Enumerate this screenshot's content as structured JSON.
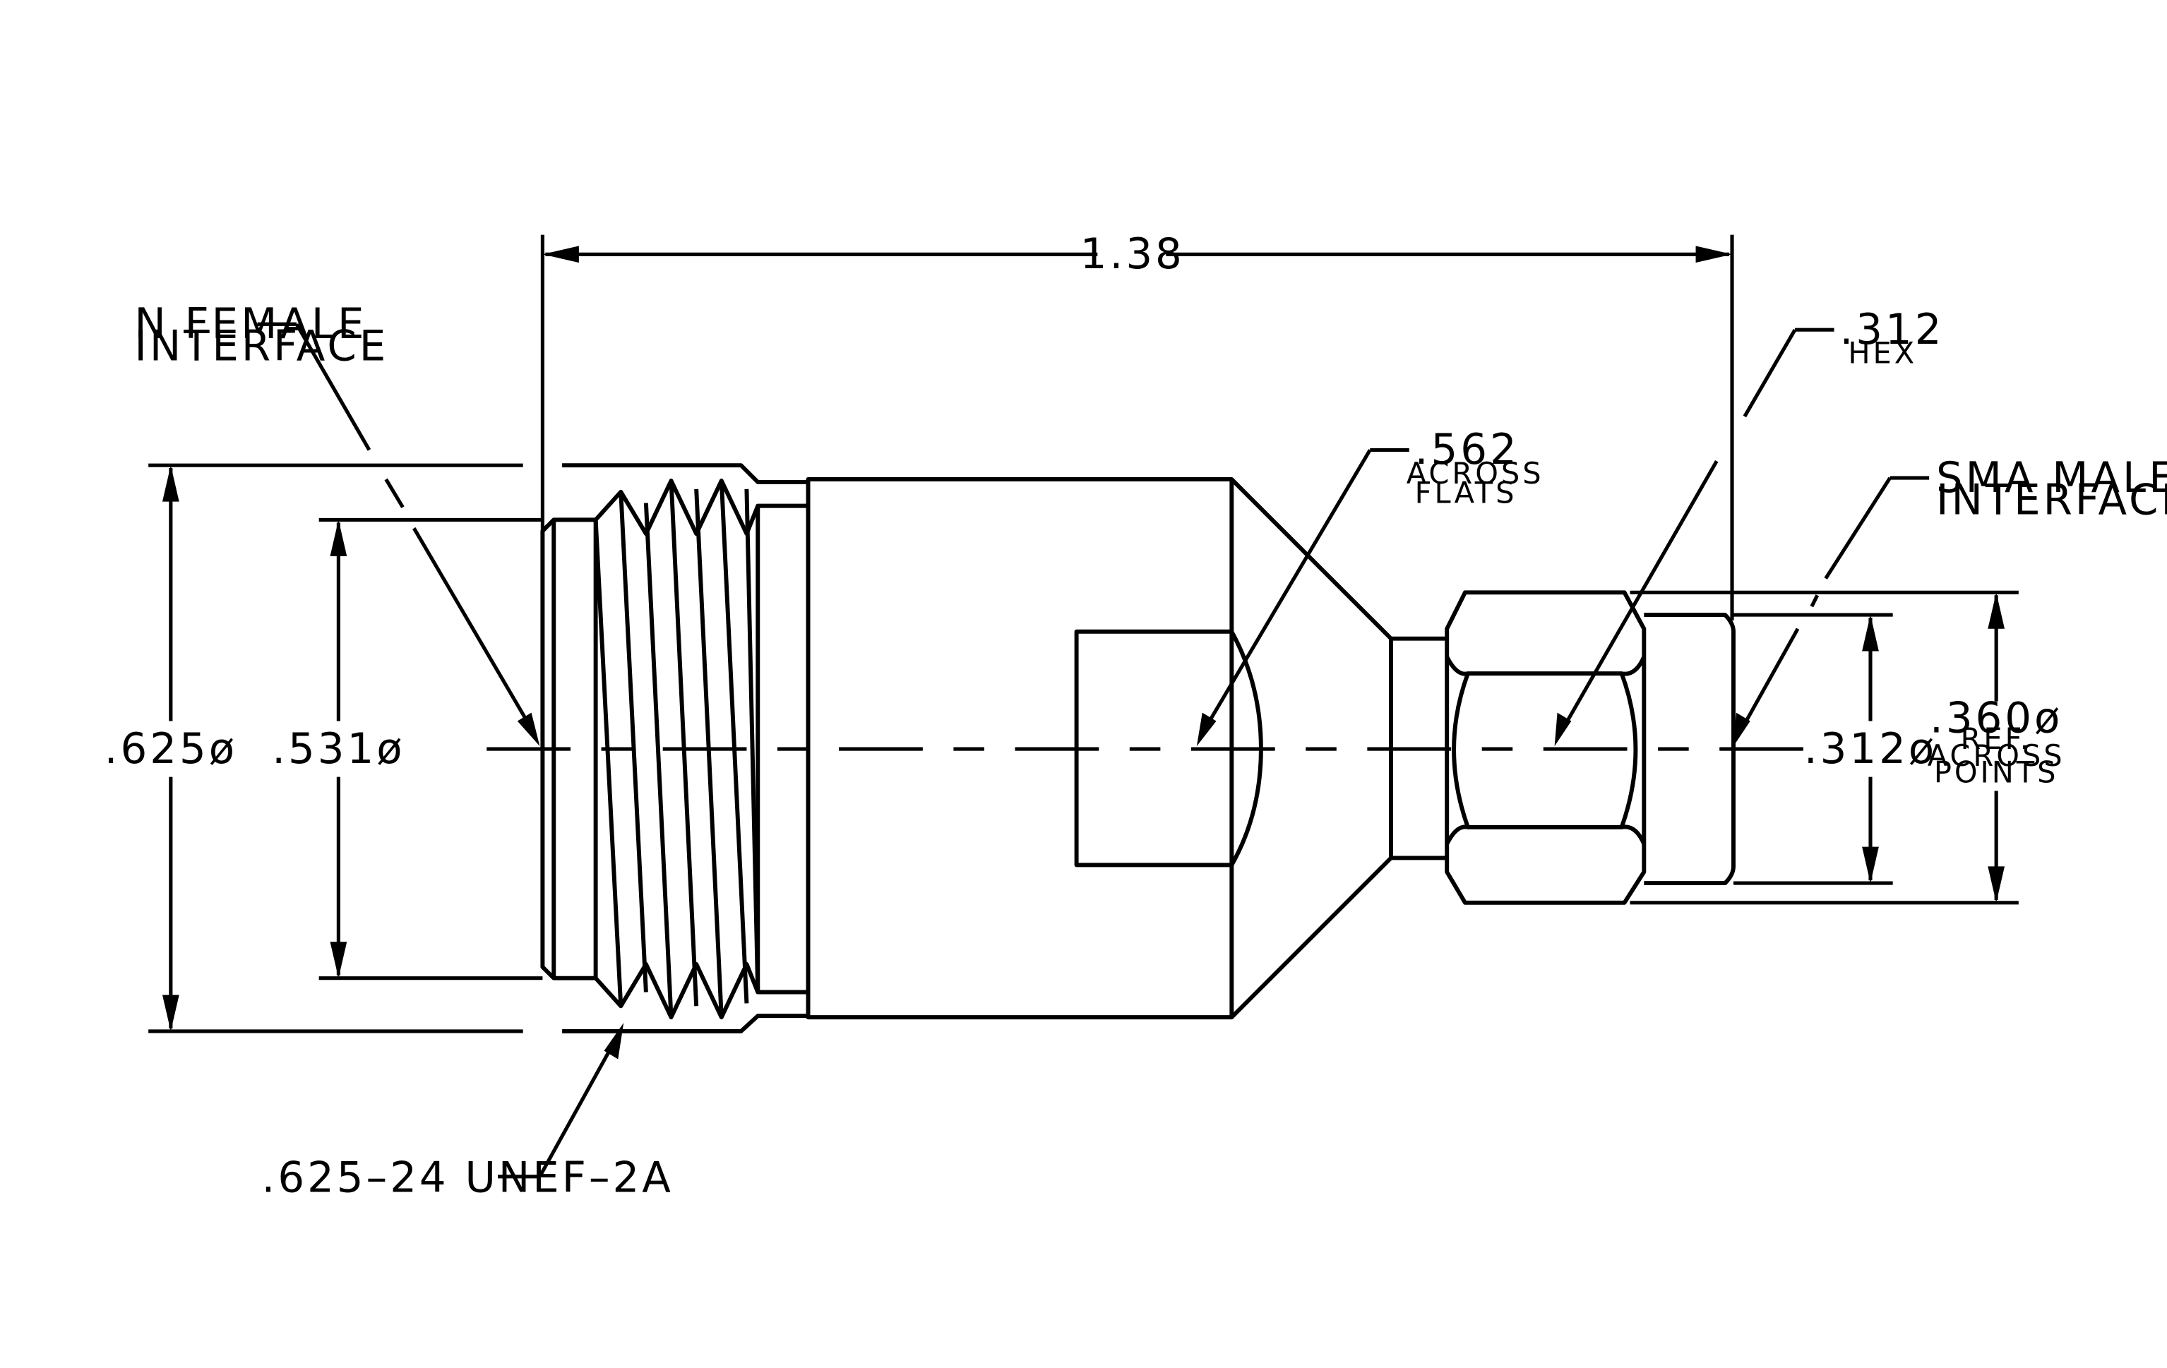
{
  "colors": {
    "ink": "#000000",
    "paper": "#ffffff"
  },
  "labels": {
    "overall_length": "1.38",
    "n_female": [
      "N FEMALE",
      "INTERFACE"
    ],
    "hex_size": ".312",
    "hex_note": "HEX",
    "across_flats_value": ".562",
    "across_flats_note": [
      "ACROSS",
      "FLATS"
    ],
    "sma_male": [
      "SMA MALE",
      "INTERFACE"
    ],
    "outer_diameter": ".625ø",
    "inner_diameter": ".531ø",
    "sma_diameter": ".312ø",
    "hex_points_value": ".360ø",
    "hex_points_note": [
      "REF.",
      "ACROSS",
      "POINTS"
    ],
    "thread_spec": ".625–24 UNEF–2A"
  }
}
